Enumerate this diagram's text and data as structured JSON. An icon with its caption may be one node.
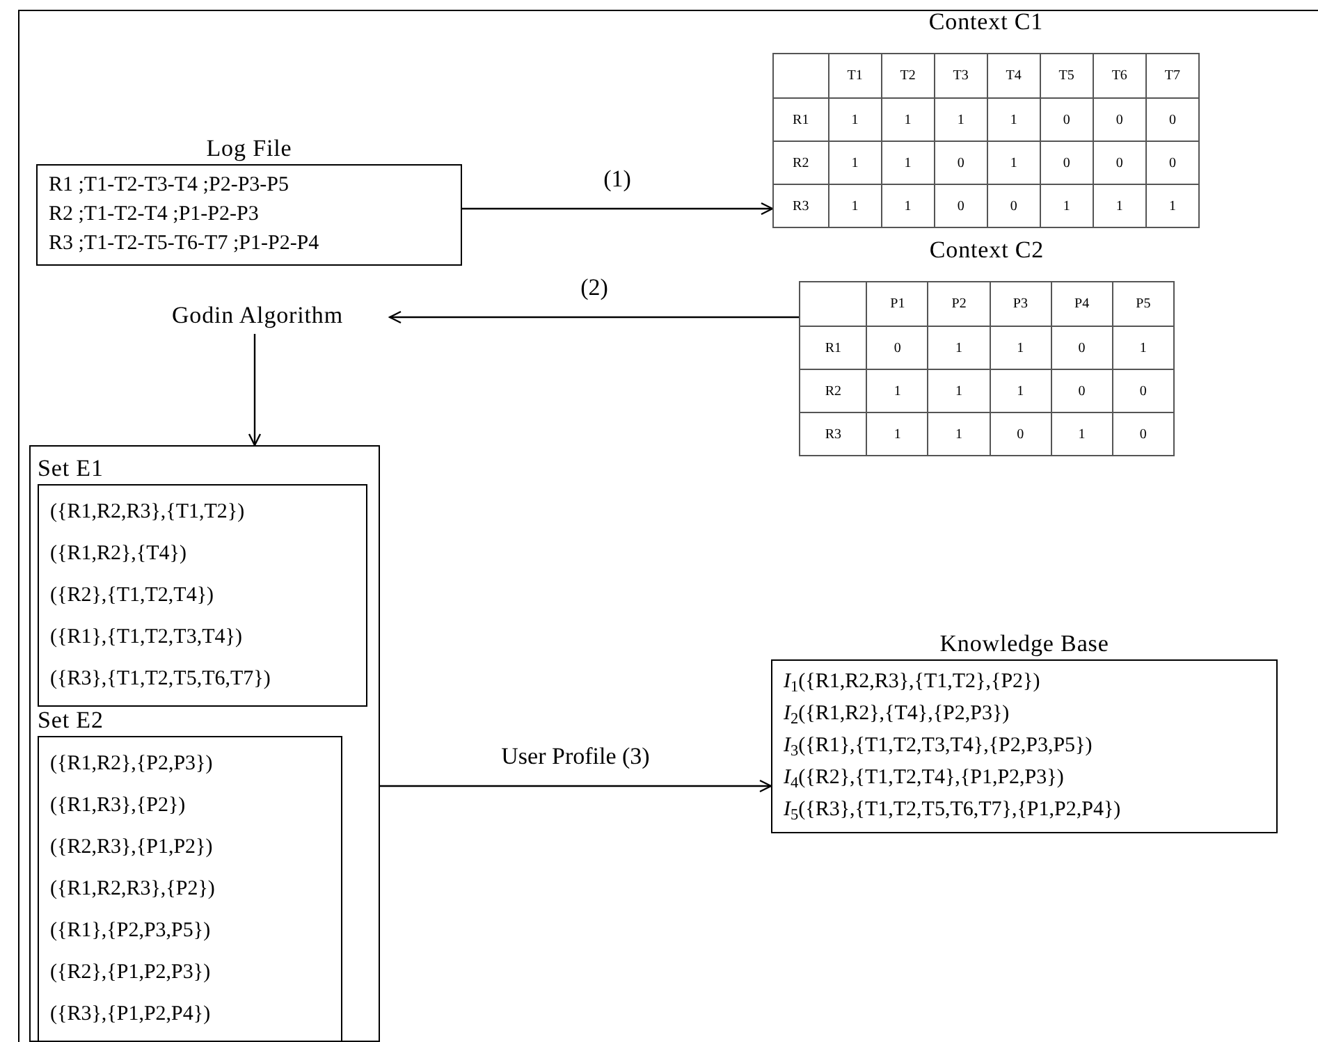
{
  "diagram": {
    "nodes": [
      {
        "text": [
          "Log File",
          "R1 ;T1-T2-T3-T4 ;P2-P3-P5",
          "R2 ;T1-T2-T4 ;P1-P2-P3",
          "R3 ;T1-T2-T5-T6-T7 ;P1-P2-P4"
        ]
      },
      {
        "text": [
          "Context C1",
          "T1",
          "T2",
          "T3",
          "T4",
          "T5",
          "T6",
          "T7",
          "R1",
          "1",
          "1",
          "1",
          "1",
          "0",
          "0",
          "0",
          "R2",
          "1",
          "1",
          "0",
          "1",
          "0",
          "0",
          "0",
          "R3",
          "1",
          "1",
          "0",
          "0",
          "1",
          "1",
          "1"
        ]
      },
      {
        "text": [
          "Context C2",
          "P1",
          "P2",
          "P3",
          "P4",
          "P5",
          "R1",
          "0",
          "1",
          "1",
          "0",
          "1",
          "R2",
          "1",
          "1",
          "1",
          "0",
          "0",
          "R3",
          "1",
          "1",
          "0",
          "1",
          "0"
        ]
      },
      {
        "text": [
          "Godin Algorithm"
        ]
      },
      {
        "text": [],
        "shape": "box"
      },
      {
        "text": [
          "Set E1",
          "({R1,R2,R3},{T1,T2})",
          "({R1,R2},{T4})",
          "({R2},{T1,T2,T4})",
          "({R1},{T1,T2,T3,T4})",
          "({R3},{T1,T2,T5,T6,T7})"
        ],
        "in": 4
      },
      {
        "text": [
          "Set E2",
          "({R1,R2},{P2,P3})",
          "({R1,R3},{P2})",
          "({R2,R3},{P1,P2})",
          "({R1,R2,R3},{P2})",
          "({R1},{P2,P3,P5})",
          "({R2},{P1,P2,P3})",
          "({R3},{P1,P2,P4})"
        ],
        "in": 4
      },
      {
        "text": [
          "Knowledge Base",
          "*I*$_{1}$({R1,R2,R3},{T1,T2},{P2})",
          "*I*$_{2}$({R1,R2},{T4},{P2,P3})",
          "*I*$_{3}$({R1},{T1,T2,T3,T4},{P2,P3,P5})",
          "*I*$_{4}$({R2},{T1,T2,T4},{P1,P2,P3})",
          "*I*$_{5}$({R3},{T1,T2,T5,T6,T7},{P1,P2,P4})"
        ]
      }
    ],
    "edges": [
      {
        "from": 0,
        "to": 1,
        "arrow": "to",
        "label": "(1)"
      },
      {
        "from": 2,
        "to": 3,
        "arrow": "to",
        "label": "(2)"
      },
      {
        "from": 3,
        "to": 4,
        "arrow": "to"
      },
      {
        "from": 4,
        "to": 7,
        "arrow": "to",
        "label": "User Profile (3)"
      }
    ]
  }
}
